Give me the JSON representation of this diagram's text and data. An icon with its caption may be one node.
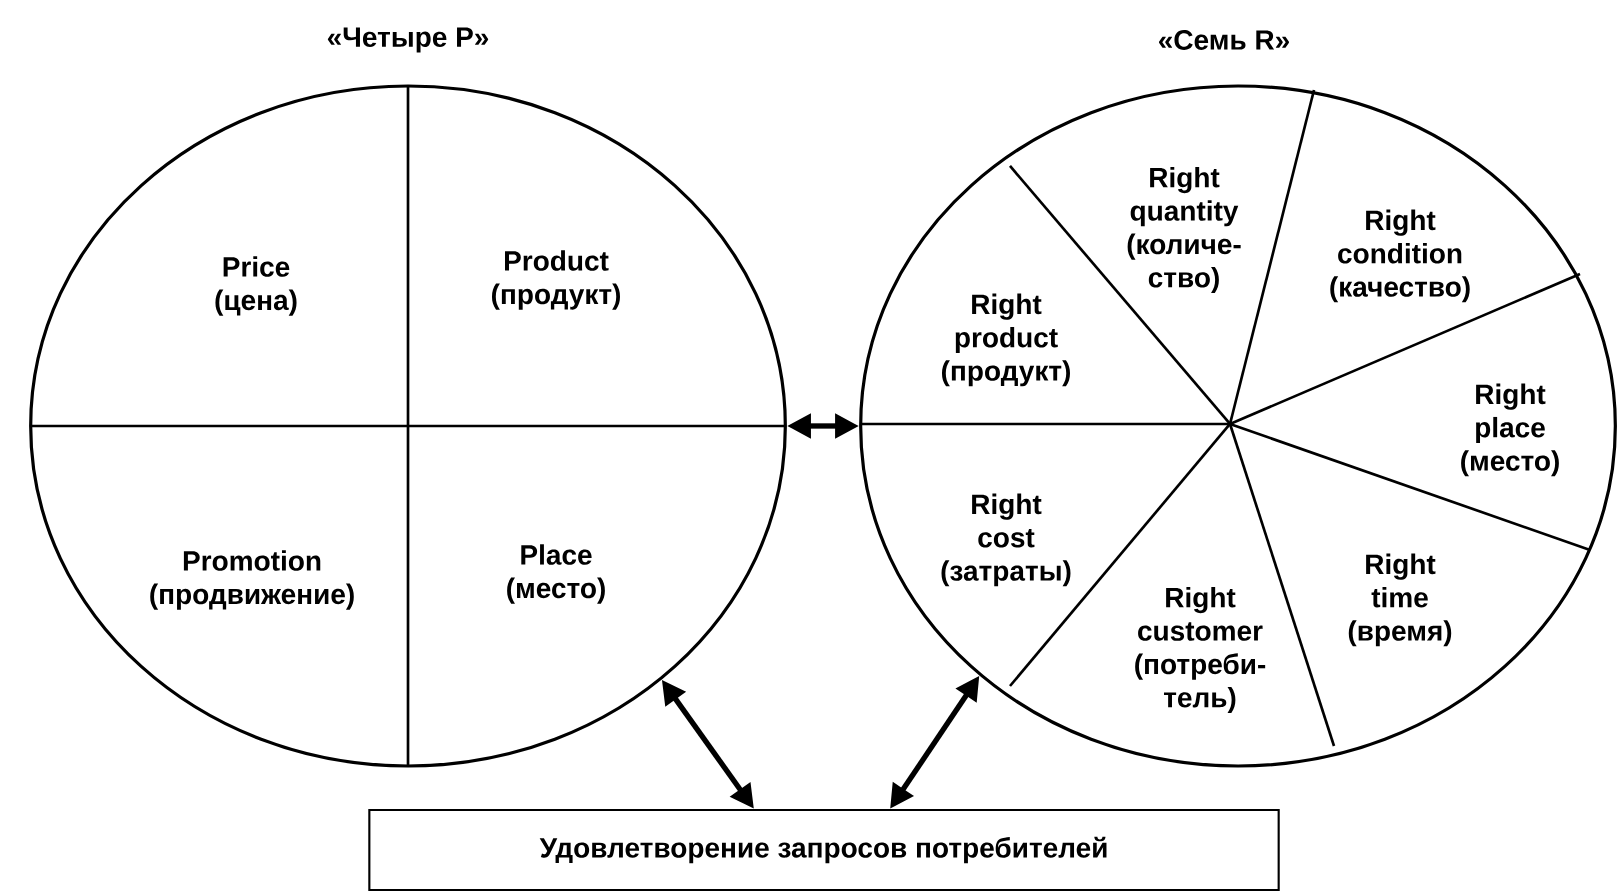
{
  "diagram": {
    "nodes": [
      {
        "text": [
          "«Четыре P»"
        ]
      },
      {
        "text": [
          "Price",
          "(цена)"
        ],
        "in": 0
      },
      {
        "text": [
          "Product",
          "(продукт)"
        ],
        "in": 0
      },
      {
        "text": [
          "Promotion",
          "(продвижение)"
        ],
        "in": 0
      },
      {
        "text": [
          "Place",
          "(место)"
        ],
        "in": 0
      },
      {
        "text": [
          "«Семь R»"
        ]
      },
      {
        "text": [
          "Right product",
          "(продукт)"
        ],
        "in": 5
      },
      {
        "text": [
          "Right quantity",
          "(количе- ство)"
        ],
        "in": 5
      },
      {
        "text": [
          "Right condition",
          "(качество)"
        ],
        "in": 5
      },
      {
        "text": [
          "Right place",
          "(место)"
        ],
        "in": 5
      },
      {
        "text": [
          "Right cost",
          "(затраты)"
        ],
        "in": 5
      },
      {
        "text": [
          "Right customer",
          "(потреби- тель)"
        ],
        "in": 5
      },
      {
        "text": [
          "Right time",
          "(время)"
        ],
        "in": 5
      },
      {
        "text": [
          "Удовлетворение запросов потребителей"
        ]
      }
    ],
    "edges": [
      {
        "from": 0,
        "to": 5,
        "arrow": "both"
      },
      {
        "from": 0,
        "to": 13,
        "arrow": "both"
      },
      {
        "from": 5,
        "to": 13,
        "arrow": "both"
      }
    ]
  }
}
